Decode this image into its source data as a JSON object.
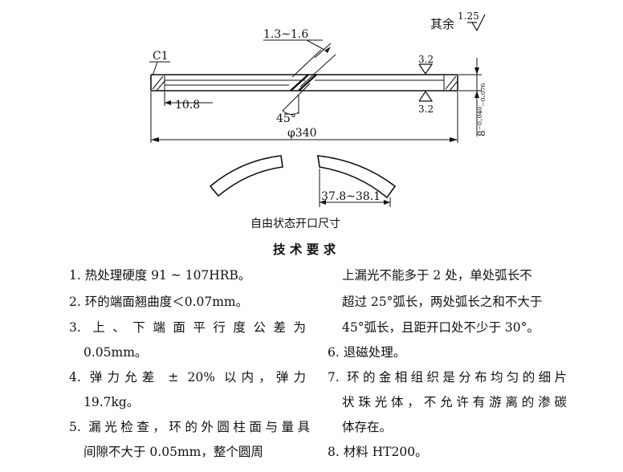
{
  "drawing": {
    "roughness_other_label": "其余",
    "roughness_other_value": "1.25",
    "roughness_value": "3.2",
    "roughness_value_bottom": "3.2",
    "chamfer": "C1",
    "gap_width": "1.3~1.6",
    "offset": "10.8",
    "angle": "45°",
    "diameter": "φ340",
    "thickness": "8⁻⁰·⁰⁴⁰₋₀.₀₇₆",
    "opening": "37.8~38.1",
    "opening_caption": "自由状态开口尺寸"
  },
  "requirements": {
    "title": "技 术 要 求",
    "lines": [
      "1. 热处理硬度 91 ~ 107HRB。",
      "2. 环的端面翘曲度＜0.07mm。",
      "3. 上、下端面平行度公差为",
      "0.05mm。",
      "4. 弹力允差 ± 20% 以内，弹力",
      "19.7kg。",
      "5. 漏光检查，环的外圆柱面与量具",
      "间隙不大于 0.05mm，整个圆周",
      "上漏光不能多于 2 处，单处弧长不",
      "超过 25°弧长，两处弧长之和不大于",
      "45°弧长，且距开口处不少于 30°。",
      "6. 退磁处理。",
      "7. 环的金相组织是分布均匀的细片",
      "状珠光体，不允许有游离的渗碳",
      "体存在。",
      "8. 材料 HT200。"
    ]
  }
}
